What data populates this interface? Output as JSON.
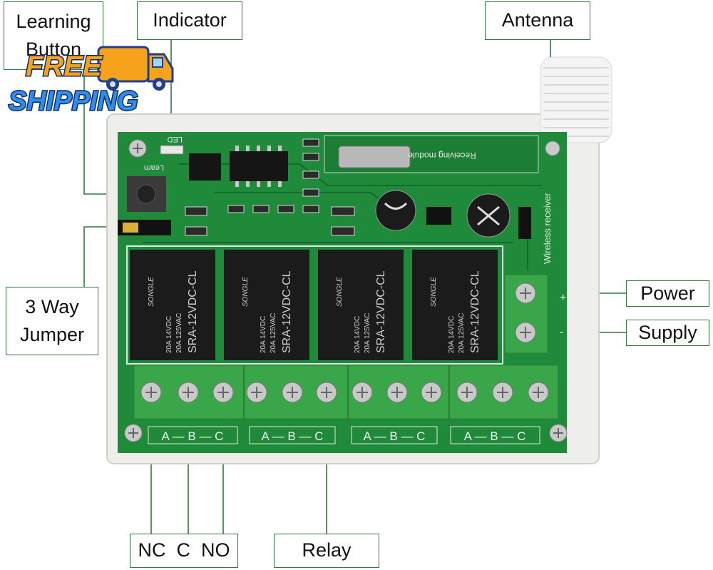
{
  "labels": {
    "learning_button": [
      "Learning",
      "Button"
    ],
    "indicator": "Indicator",
    "antenna": "Antenna",
    "jumper": [
      "3 Way",
      "Jumper"
    ],
    "power": "Power",
    "supply": "Supply",
    "nc_c_no": "NC  C  NO",
    "relay": "Relay"
  },
  "badge": {
    "line1": "FREE",
    "line2": "SHIPPING"
  },
  "board": {
    "silkscreen_learn": "Learn",
    "silkscreen_led": "LED",
    "module_label": "Receiving module",
    "side_label": "Wireless receiver",
    "relay_brand": "SONGLE",
    "relay_model": "SRA-12VDC-CL",
    "relay_rating1": "20A 14VDC",
    "relay_rating2": "20A 125VAC",
    "power_plus": "+",
    "power_minus": "-",
    "terminal_groups": [
      "A — B — C",
      "A — B — C",
      "A — B — C",
      "A — B — C"
    ]
  },
  "colors": {
    "pcb": "#1e8a3a",
    "pcb_dark": "#146b2b",
    "terminal": "#3aa64a",
    "relay": "#1b1b1b",
    "callout_border": "#2f7a3f"
  }
}
